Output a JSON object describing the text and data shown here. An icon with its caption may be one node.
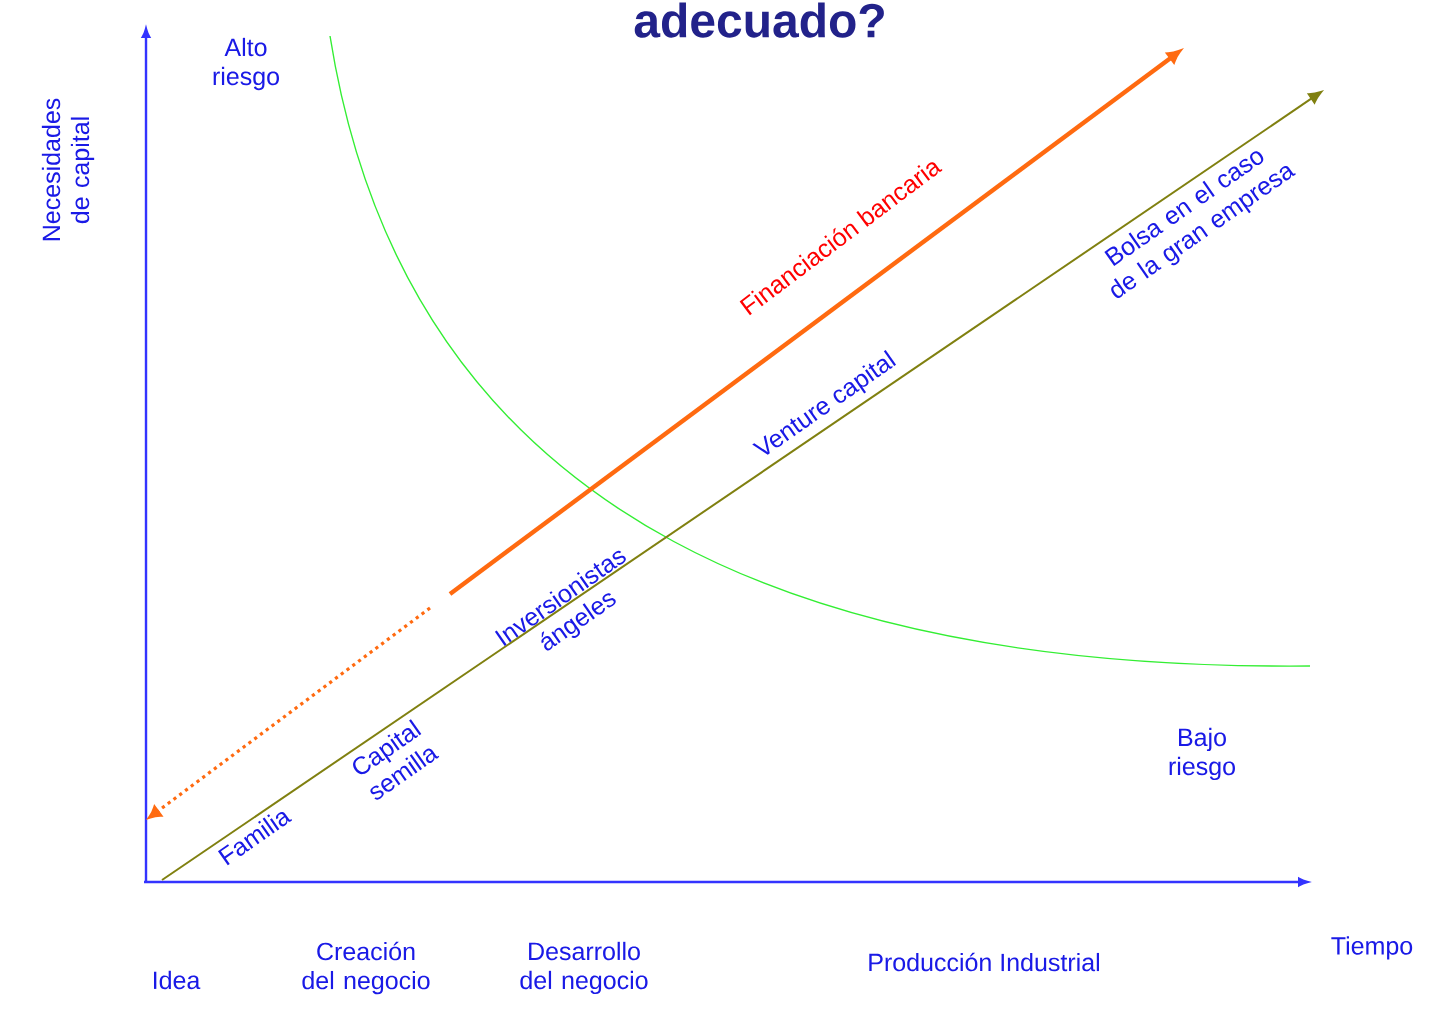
{
  "diagram": {
    "title": "adecuado?",
    "labels": [
      "Alto riesgo",
      "Necesidades de capital",
      "Financiación bancaria",
      "Bolsa en el caso de la gran empresa",
      "Venture capital",
      "Inversionistas ángeles",
      "Capital semilla",
      "Familia",
      "Bajo riesgo",
      "Idea",
      "Creación del negocio",
      "Desarrollo del negocio",
      "Producción Industrial",
      "Tiempo"
    ]
  }
}
